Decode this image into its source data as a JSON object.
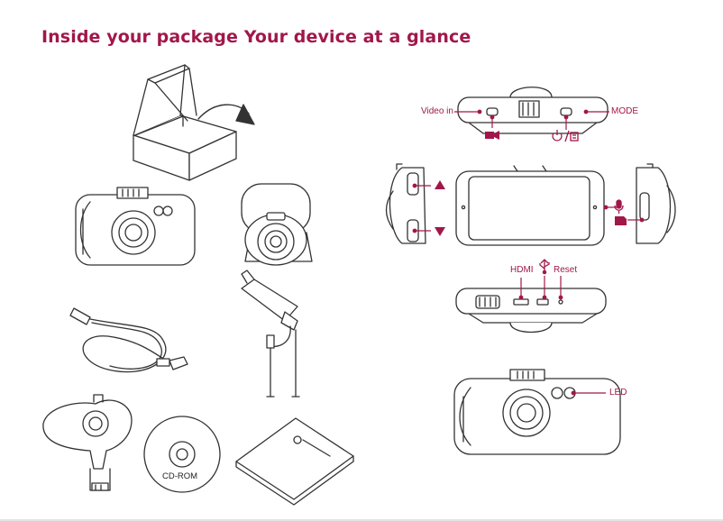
{
  "heading": "Inside your package Your device at a glance",
  "labels": {
    "video_in": "Video in",
    "mode": "MODE",
    "hdmi": "HDMI",
    "reset": "Reset",
    "led": "LED",
    "cd_rom": "CD-ROM"
  },
  "icons": {
    "video_button": "video-camera-icon",
    "power_menu": "power-menu-icon",
    "up": "triangle-up-icon",
    "down": "triangle-down-icon",
    "mic": "microphone-icon",
    "card": "memory-card-icon",
    "usb": "usb-icon"
  },
  "colors": {
    "accent": "#a1174a",
    "line": "#333333"
  }
}
